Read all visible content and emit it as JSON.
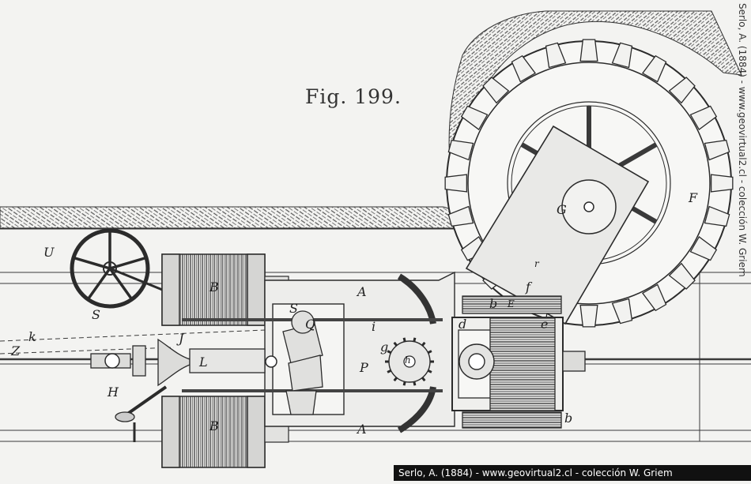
{
  "figure": {
    "title": "Fig. 199.",
    "credit": "Serlo, A. (1884) - www.geovirtual2.cl - colección W. Griem",
    "side_credit": "Serlo, A. (1884) - www.geovirtual2.cl - colección W. Griem"
  },
  "labels": {
    "U": "U",
    "B_top": "B",
    "B_bottom": "B",
    "A_top": "A",
    "A_bottom": "A",
    "S_left": "S",
    "S_mid": "S",
    "Q": "Q",
    "i": "i",
    "k": "k",
    "Z": "Z",
    "J": "J",
    "L": "L",
    "H": "H",
    "h": "h",
    "P": "P",
    "g": "g",
    "r": "r",
    "f": "f",
    "b_top": "b",
    "E": "E",
    "d": "d",
    "e": "e",
    "b_bottom": "b",
    "G": "G",
    "F": "F"
  },
  "colors": {
    "ink": "#2b2b2b",
    "paper": "#f3f3f1",
    "hatch": "#555555"
  }
}
